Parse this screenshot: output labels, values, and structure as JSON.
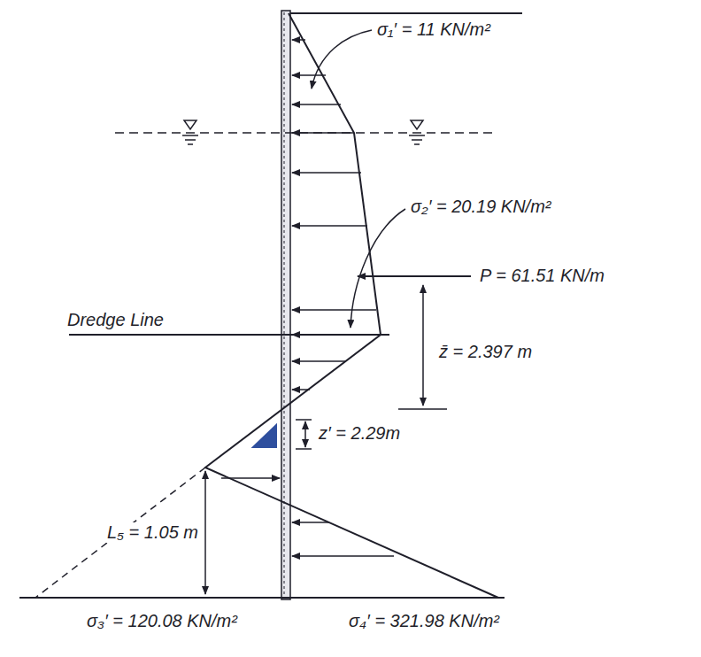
{
  "diagram": {
    "labels": [
      "σ₁′ = 11 KN/m²",
      "σ₂′ = 20.19 KN/m²",
      "P = 61.51 KN/m",
      "Dredge Line",
      "z̄ = 2.397 m",
      "z′ = 2.29m",
      "L₅ = 1.05 m",
      "σ₃′ = 120.08 KN/m²",
      "σ₄′ = 321.98 KN/m²"
    ]
  }
}
